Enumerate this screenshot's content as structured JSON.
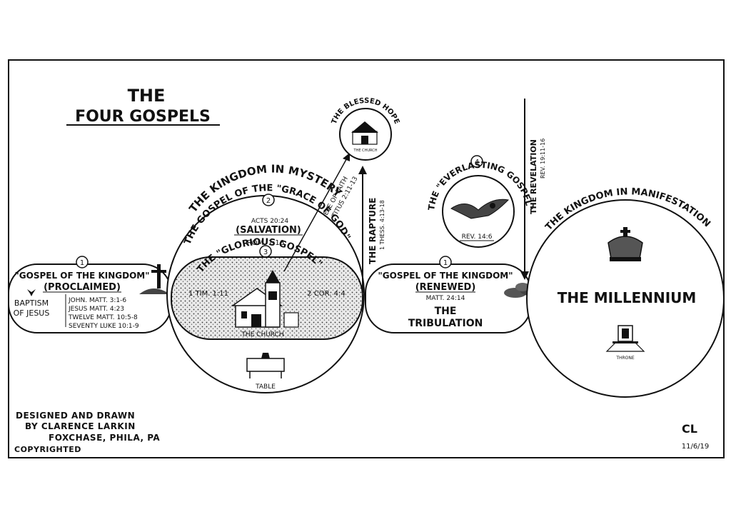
{
  "title": {
    "line1": "THE",
    "line2": "FOUR GOSPELS"
  },
  "credits": {
    "line1": "DESIGNED AND DRAWN",
    "line2": "BY CLARENCE LARKIN",
    "line3": "FOXCHASE, PHILA, PA",
    "line4": "COPYRIGHTED",
    "monogram": "CL",
    "date": "11/6/19"
  },
  "gospel1_proclaimed": {
    "number": "1",
    "title": "\"GOSPEL OF THE KINGDOM\"",
    "subtitle": "(PROCLAIMED)",
    "baptism_line1": "BAPTISM",
    "baptism_line2": "OF JESUS",
    "refs": [
      "JOHN. MATT. 3:1-6",
      "JESUS MATT. 4:23",
      "TWELVE MATT. 10:5-8",
      "SEVENTY LUKE 10:1-9"
    ]
  },
  "mystery": {
    "arc_label": "THE KINGDOM IN MYSTERY",
    "number2": "2",
    "grace_arc": "THE GOSPEL OF THE \"GRACE OF GOD\"",
    "acts_ref": "ACTS 20:24",
    "salvation": "(SALVATION)",
    "rom_ref": "ROM. 1:16",
    "number3": "3",
    "glorious_arc": "THE \"GLORIOUS GOSPEL\"",
    "tim_ref": "1 TIM. 1:11",
    "cor_ref": "2 COR. 4:4",
    "church_label": "THE CHURCH",
    "table_label": "TABLE"
  },
  "rapture": {
    "eye_of_faith": "EYE OF FAITH",
    "titus_ref": "TITUS 2:11-13",
    "label": "THE RAPTURE",
    "thess_ref": "1 THESS. 4:13-18"
  },
  "blessed_hope": {
    "arc_label": "THE BLESSED HOPE",
    "church_small": "THE CHURCH"
  },
  "everlasting": {
    "number": "4",
    "arc_label": "THE \"EVERLASTING GOSPEL\"",
    "ref": "REV. 14:6"
  },
  "gospel1_renewed": {
    "number": "1",
    "title": "\"GOSPEL OF THE KINGDOM\"",
    "subtitle": "(RENEWED)",
    "ref": "MATT. 24:14",
    "line1": "THE",
    "line2": "TRIBULATION"
  },
  "revelation": {
    "label": "THE REVELATION",
    "ref": "REV. 19:11-16"
  },
  "manifestation": {
    "arc_label": "THE KINGDOM IN MANIFESTATION",
    "millennium": "THE MILLENNIUM",
    "throne": "THRONE"
  },
  "colors": {
    "ink": "#111111",
    "paper": "#ffffff",
    "stipple": "#e6e6e6"
  }
}
